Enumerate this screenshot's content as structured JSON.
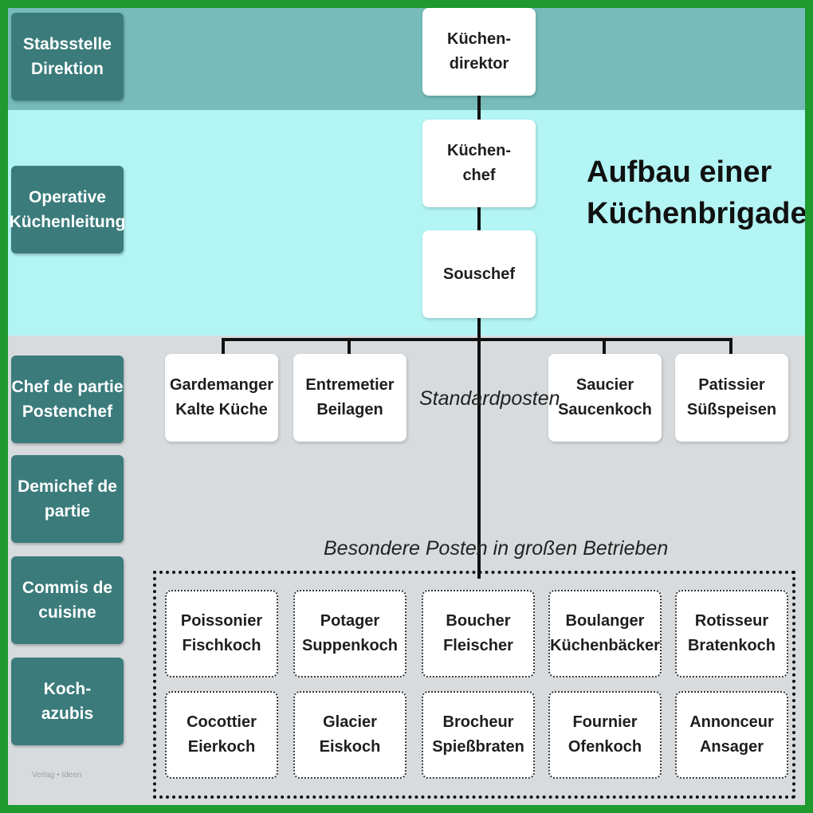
{
  "title": "Aufbau einer\nKüchenbrigade",
  "levels": [
    "Stabsstelle\nDirektion",
    "Operative\nKüchenleitung",
    "Chef de partie\nPostenchef",
    "Demichef de\npartie",
    "Commis de\ncuisine",
    "Koch-\nazubis"
  ],
  "hierarchy": {
    "director": "Küchen-\ndirektor",
    "chef": "Küchen-\nchef",
    "souschef": "Souschef"
  },
  "standard": {
    "caption": "Standardposten",
    "posts": [
      "Gardemanger\nKalte Küche",
      "Entremetier\nBeilagen",
      "Saucier\nSaucenkoch",
      "Patissier\nSüßspeisen"
    ]
  },
  "special": {
    "caption": "Besondere Posten in großen Betrieben",
    "row1": [
      "Poissonier\nFischkoch",
      "Potager\nSuppenkoch",
      "Boucher\nFleischer",
      "Boulanger\nKüchenbäcker",
      "Rotisseur\nBratenkoch"
    ],
    "row2": [
      "Cocottier\nEierkoch",
      "Glacier\nEiskoch",
      "Brocheur\nSpießbraten",
      "Fournier\nOfenkoch",
      "Annonceur\nAnsager"
    ]
  },
  "watermark": "Verlag • Ideen",
  "colors": {
    "frame": "#1f9a2f",
    "band_top": "#77bbbb",
    "band_mid": "#b3f4f4",
    "band_low": "#d8dbdd",
    "level_label": "#3b7b7b"
  }
}
